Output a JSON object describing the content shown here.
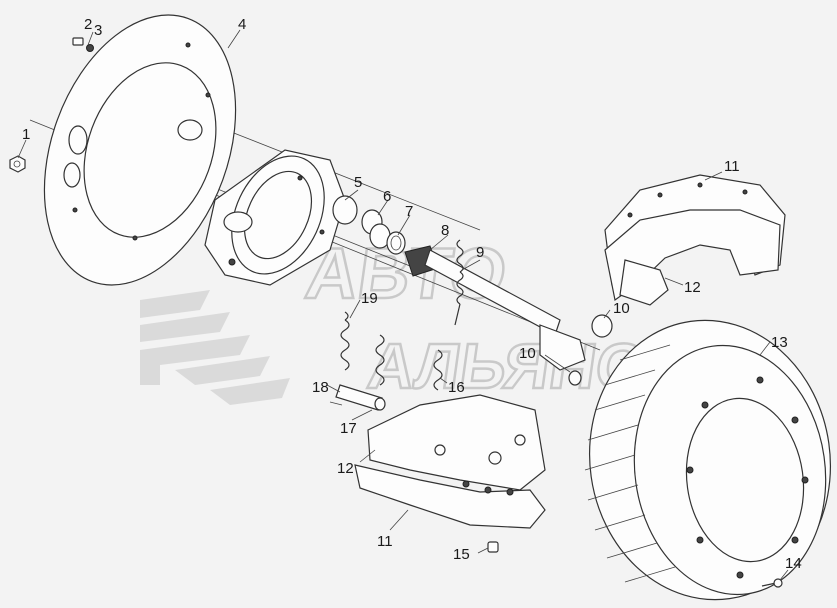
{
  "labels": {
    "p1": "1",
    "p2": "2",
    "p3": "3",
    "p4": "4",
    "p5": "5",
    "p6": "6",
    "p7": "7",
    "p8": "8",
    "p9": "9",
    "p10a": "10",
    "p10b": "10",
    "p11a": "11",
    "p11b": "11",
    "p12a": "12",
    "p12b": "12",
    "p13": "13",
    "p14": "14",
    "p15": "15",
    "p16": "16",
    "p17": "17",
    "p18": "18",
    "p19": "19"
  },
  "watermark": {
    "line1": "АВТО",
    "line2": "АЛЬЯНС"
  },
  "colors": {
    "background": "#f3f3f3",
    "line": "#333333",
    "watermark": "#c9c9c9"
  }
}
